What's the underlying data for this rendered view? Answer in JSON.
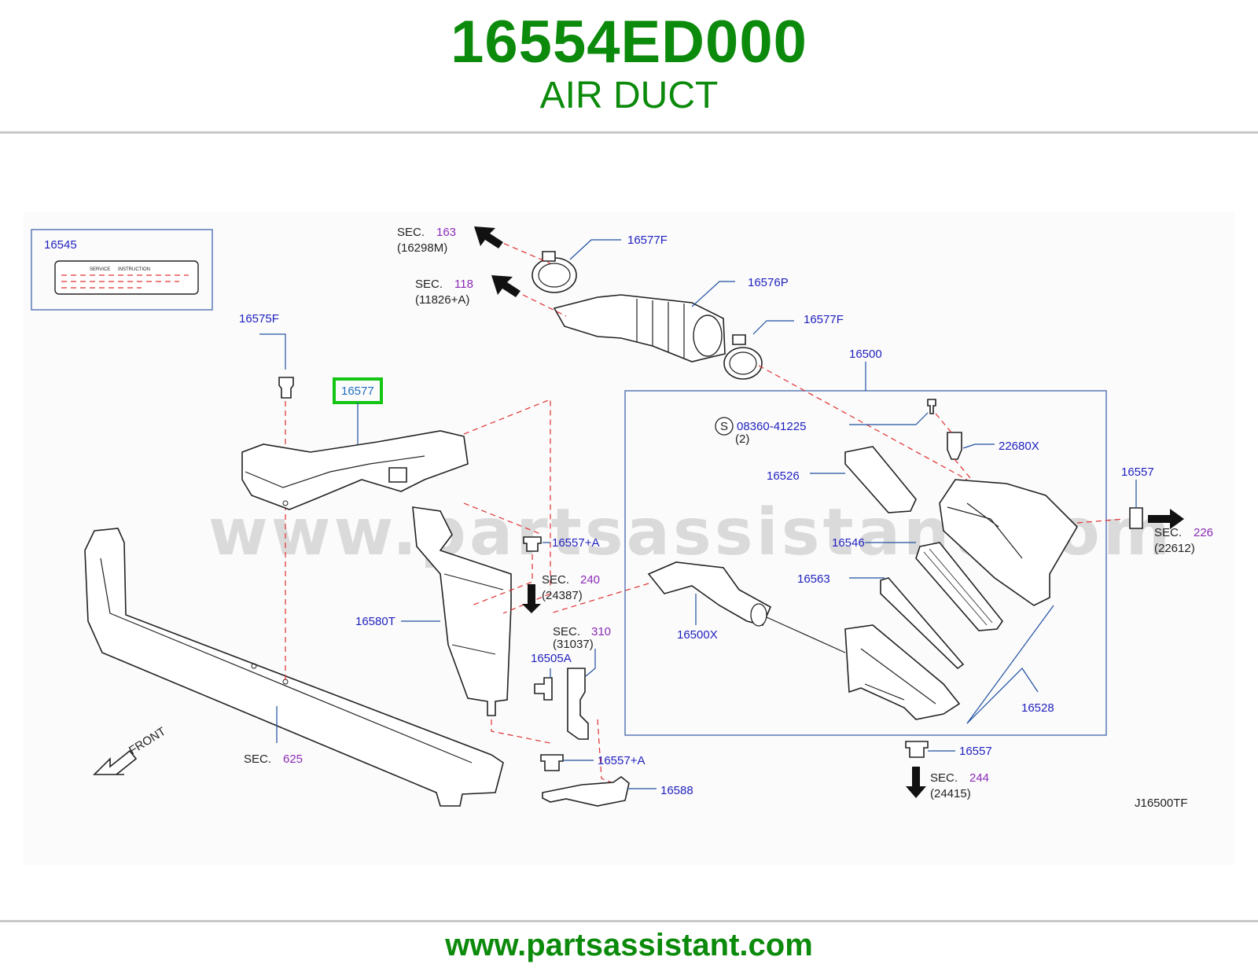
{
  "header": {
    "part_number": "16554ED000",
    "part_name": "AIR DUCT"
  },
  "footer": {
    "url": "www.partsassistant.com"
  },
  "watermark": "www.partsassistant.com",
  "colors": {
    "title_green": "#0b8a0b",
    "callout_blue": "#1f1fbf",
    "section_purple": "#8a2bb5",
    "highlight_green": "#13c613"
  },
  "diagram": {
    "code": "J16500TF",
    "highlighted_part": "16577",
    "label_box": {
      "part": "16545",
      "heading_a": "SERVICE",
      "heading_b": "INSTRUCTION"
    },
    "front_label": "FRONT",
    "screw_spec": {
      "symbol": "S",
      "part": "08360-41225",
      "qty": "(2)"
    },
    "parts": {
      "p16575F": "16575F",
      "p16577F_a": "16577F",
      "p16576P": "16576P",
      "p16577F_b": "16577F",
      "p16500": "16500",
      "p22680X": "22680X",
      "p16526": "16526",
      "p16557_r": "16557",
      "p16546": "16546",
      "p16563": "16563",
      "p16500X": "16500X",
      "p16528": "16528",
      "p16557_b": "16557",
      "p16557A_a": "16557+A",
      "p16580T": "16580T",
      "p16505A": "16505A",
      "p16557A_b": "16557+A",
      "p16588": "16588"
    },
    "sections": [
      {
        "word": "SEC.",
        "num": "163",
        "ref": "(16298M)"
      },
      {
        "word": "SEC.",
        "num": "118",
        "ref": "(11826+A)"
      },
      {
        "word": "SEC.",
        "num": "240",
        "ref": "(24387)"
      },
      {
        "word": "SEC.",
        "num": "310",
        "ref": "(31037)"
      },
      {
        "word": "SEC.",
        "num": "625",
        "ref": ""
      },
      {
        "word": "SEC.",
        "num": "226",
        "ref": "(22612)"
      },
      {
        "word": "SEC.",
        "num": "244",
        "ref": "(24415)"
      }
    ]
  }
}
